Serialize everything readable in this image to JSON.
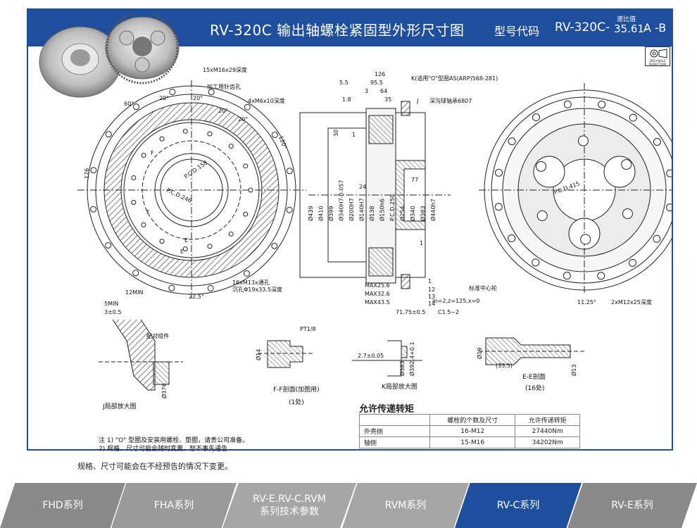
{
  "header": {
    "title": "RV-320C   输出轴螺栓紧固型外形尺寸图",
    "model_code_label": "型号代码",
    "model_code_value": "RV-320C-",
    "ratio_label": "速比值",
    "ratio_value": "35.61-",
    "ratio_suffix": "A -B",
    "projection_text": "3RD ANGLE PROJECTION"
  },
  "drawing": {
    "left_view": {
      "callouts": [
        "15xM16x29深度",
        "加工用针齿孔",
        "4xM6x10深度",
        "16xM13x通孔",
        "沉孔Φ19x33.5深度"
      ],
      "angles": [
        "60°",
        "20°",
        "20°",
        "20°",
        "20°",
        "120°",
        "22.5°"
      ],
      "dims": [
        "126",
        "P.C.D.246",
        "P.C.D.158",
        "F",
        "F",
        "E",
        "E"
      ]
    },
    "center_view": {
      "top_dims": [
        "126",
        "95.5",
        "5.5",
        "3",
        "64",
        "1.8",
        "35"
      ],
      "callouts": [
        "K(适用\"O\"型圈AS(ARP)568-281)",
        "J",
        "深沟球轴承6807",
        "标准中心轮",
        "m=2,z=125,x=0"
      ],
      "diameters": [
        "Ø439",
        "Ø410",
        "Ø399",
        "Ø340H7-0.057",
        "Ø200H7",
        "Ø140H7",
        "Ø138",
        "Ø150h6",
        "P.C.D.250",
        "Ø254",
        "Ø340",
        "Ø383",
        "Ø440h7"
      ],
      "small_dims": [
        "30",
        "24",
        "77",
        "1"
      ],
      "bottom_dims": [
        "MAX25.6",
        "MAX32.6",
        "MAX43.5",
        "71.75±0.5",
        "C1.5~2",
        "1",
        "12",
        "13",
        "14",
        "1"
      ]
    },
    "right_view": {
      "dims": [
        "P.C.D.415",
        "11.25°",
        "2xM12x25深度"
      ]
    },
    "detail_j": {
      "dims": [
        "12MIN",
        "5MIN",
        "3±0.5",
        "Ø376"
      ],
      "callouts": [
        "配对组件"
      ],
      "caption": "J局部放大图"
    },
    "detail_f": {
      "dims": [
        "PT1/8",
        "Ø14"
      ],
      "caption": "F-F剖面(加图用)",
      "count": "(1处)"
    },
    "detail_k": {
      "dims": [
        "2.7±0.05",
        "Ø383",
        "Ø392.4+0.1"
      ],
      "caption": "K局部放大图"
    },
    "detail_e": {
      "dims": [
        "Ø19",
        "(33.5)",
        "Ø13"
      ],
      "caption": "E-E剖面",
      "count": "(16处)"
    }
  },
  "notes": [
    "注 1)  \"O\" 型圈及安装用螺栓、垫圈，请贵公司准备。",
    "   2) 规格、尺寸可能会随时变更，恕不事先通告"
  ],
  "torque_table": {
    "title": "允许传递转矩",
    "headers": [
      "",
      "螺栓的个数及尺寸",
      "允许传递转矩"
    ],
    "rows": [
      [
        "外壳侧",
        "16-M12",
        "27440Nm"
      ],
      [
        "轴侧",
        "15-M16",
        "34202Nm"
      ]
    ]
  },
  "footer_note": "规格、尺寸可能会在不经预告的情况下变更。",
  "tabs": [
    {
      "label": "FHD系列",
      "color": "#8a8a8a"
    },
    {
      "label": "FHA系列",
      "color": "#9a9a9a"
    },
    {
      "label": "RV-E.RV-C.RVM\n系列技术参数",
      "color": "#a6a6a6"
    },
    {
      "label": "RVM系列",
      "color": "#a6a6a6"
    },
    {
      "label": "RV-C系列",
      "color": "#1f4f9c"
    },
    {
      "label": "RV-E系列",
      "color": "#8a8a8a"
    }
  ],
  "colors": {
    "brand": "#1f4f9c",
    "hatch": "#444444"
  }
}
